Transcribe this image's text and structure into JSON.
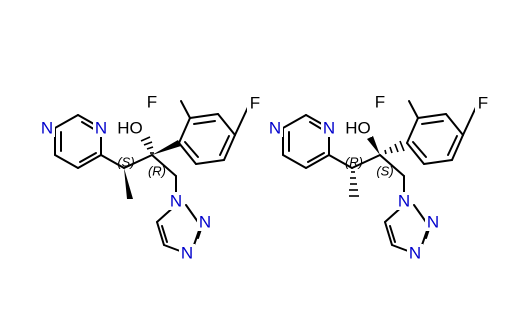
{
  "colors": {
    "bond": "#000000",
    "nitrogen": "#0000cc",
    "heteroatom": "#000000"
  },
  "molecules": [
    {
      "labels": {
        "f_top": "F",
        "f_para": "F",
        "oh": "HO",
        "pyr_n1": "N",
        "pyr_n3": "N",
        "tri_n1": "N",
        "tri_n2": "N",
        "tri_n4": "N",
        "stereo_c3": "(S)",
        "stereo_c2": "(R)"
      }
    },
    {
      "labels": {
        "f_top": "F",
        "f_para": "F",
        "oh": "HO",
        "pyr_n1": "N",
        "pyr_n3": "N",
        "tri_n1": "N",
        "tri_n2": "N",
        "tri_n4": "N",
        "stereo_c3": "(R)",
        "stereo_c2": "(S)"
      }
    }
  ]
}
